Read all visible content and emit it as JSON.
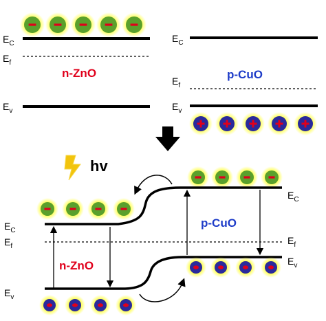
{
  "colors": {
    "n_label": "#e0001b",
    "p_label": "#1e3cc8",
    "electron_fill": "#5aa02c",
    "electron_glow": "#ffff3a",
    "electron_sign": "#e0001b",
    "hole_fill": "#2a2a9c",
    "hole_sign": "#e0001b",
    "band_line": "#000000",
    "lightning": "#f2c40d"
  },
  "icons": {
    "electron": "minus-in-circle",
    "hole": "plus-in-circle",
    "down_arrow": "down-arrow-icon",
    "lightning": "lightning-bolt-icon"
  },
  "before_contact": {
    "n_side": {
      "material": "n-ZnO",
      "ec_label": "E",
      "ec_sub": "C",
      "ef_label": "E",
      "ef_sub": "f",
      "ev_label": "E",
      "ev_sub": "v",
      "electron_sign": "−"
    },
    "p_side": {
      "material": "p-CuO",
      "ec_label": "E",
      "ec_sub": "C",
      "ef_label": "E",
      "ef_sub": "f",
      "ev_label": "E",
      "ev_sub": "v",
      "hole_sign": "+"
    }
  },
  "excitation": {
    "label": "hv"
  },
  "after_contact": {
    "n_side": {
      "material": "n-ZnO",
      "ec_label": "E",
      "ec_sub": "C",
      "ef_label": "E",
      "ef_sub": "f",
      "ev_label": "E",
      "ev_sub": "v"
    },
    "p_side": {
      "material": "p-CuO",
      "ec_label": "E",
      "ec_sub": "C",
      "ef_label": "E",
      "ef_sub": "f",
      "ev_label": "E",
      "ev_sub": "v"
    }
  }
}
